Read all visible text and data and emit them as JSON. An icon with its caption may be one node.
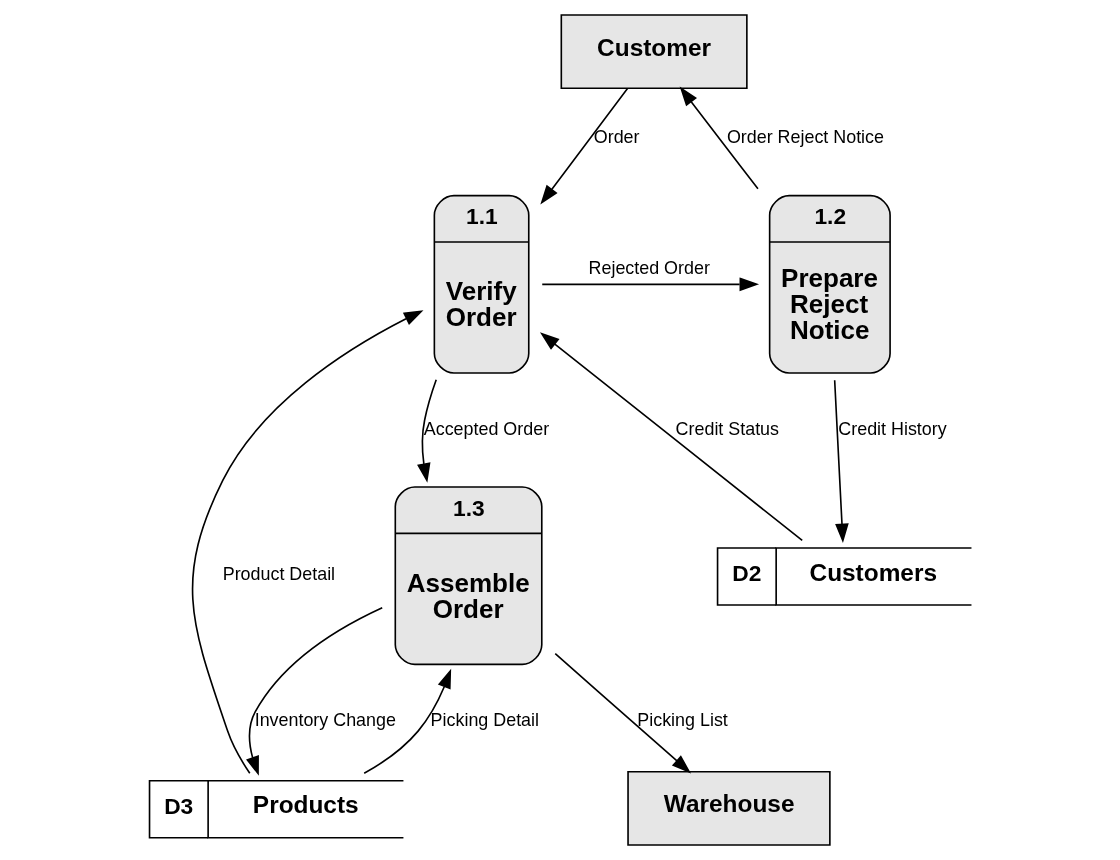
{
  "diagram": {
    "nodes": [
      {
        "text": [
          "Customer"
        ]
      },
      {
        "text": [
          "1.1",
          "Verify Order"
        ]
      },
      {
        "text": [
          "1.2",
          "Prepare Reject Notice"
        ]
      },
      {
        "text": [
          "D2",
          "Customers"
        ]
      },
      {
        "text": [
          "D3",
          "Products"
        ]
      },
      {
        "text": [
          "1.3",
          "Assemble Order"
        ]
      },
      {
        "text": [
          "Warehouse"
        ]
      }
    ],
    "edges": [
      {
        "from": 0,
        "to": 1,
        "arrow": "to",
        "label": "Order"
      },
      {
        "from": 1,
        "to": 2,
        "arrow": "to",
        "label": "Rejected Order"
      },
      {
        "from": 2,
        "to": 0,
        "arrow": "to",
        "label": "Order Reject Notice"
      },
      {
        "from": 2,
        "to": 3,
        "arrow": "to",
        "label": "Credit History"
      },
      {
        "from": 3,
        "to": 1,
        "arrow": "to",
        "label": "Credit Status"
      },
      {
        "from": 4,
        "to": 1,
        "arrow": "to",
        "label": "Product Detail"
      },
      {
        "from": 1,
        "to": 5,
        "arrow": "to",
        "label": "Accepted Order"
      },
      {
        "from": 4,
        "to": 5,
        "arrow": "to",
        "label": "Picking Detail"
      },
      {
        "from": 5,
        "to": 6,
        "arrow": "to",
        "label": "Picking List"
      },
      {
        "from": 5,
        "to": 4,
        "arrow": "to",
        "label": "Inventory Change"
      }
    ]
  }
}
